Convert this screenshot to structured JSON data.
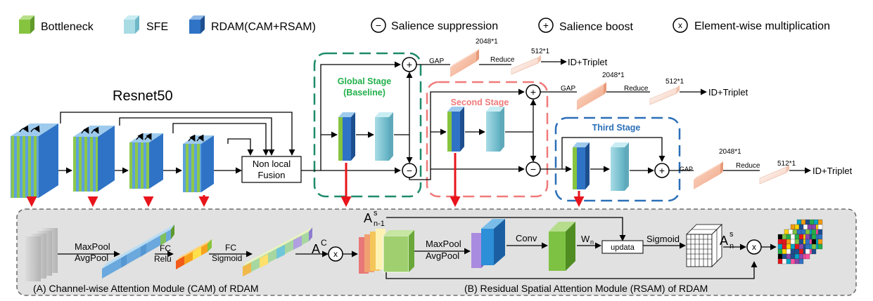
{
  "legend": {
    "bottleneck": "Bottleneck",
    "sfe": "SFE",
    "rdam": "RDAM(CAM+RSAM)",
    "suppression": "Salience suppression",
    "boost": "Salience boost",
    "multiplication": "Element-wise multiplication",
    "minus_sym": "−",
    "plus_sym": "+",
    "times_sym": "x"
  },
  "backbone": {
    "title": "Resnet50",
    "fusion_line1": "Non local",
    "fusion_line2": "Fusion"
  },
  "stages": {
    "global_line1": "Global Stage",
    "global_line2": "(Baseline)",
    "second": "Second Stage",
    "third": "Third Stage"
  },
  "heads": {
    "gap": "GAP",
    "reduce": "Reduce",
    "dim_2048": "2048*1",
    "dim_512": "512*1",
    "output": "ID+Triplet"
  },
  "cam": {
    "maxpool": "MaxPool",
    "avgpool": "AvgPool",
    "fc1": "FC",
    "relu": "Relu",
    "fc2": "FC",
    "sigmoid": "Sigmoid",
    "ac_base": "A",
    "ac_sup": "C",
    "caption": "(A) Channel-wise  Attention Module (CAM) of RDAM"
  },
  "rsam": {
    "an1_base": "A",
    "an1_sup": "s",
    "an1_sub": "n-1",
    "maxpool": "MaxPool",
    "avgpool": "AvgPool",
    "conv": "Conv",
    "wn_base": "W",
    "wn_sub": "n",
    "update": "updata",
    "sigmoid": "Sigmoid",
    "asn_base": "A",
    "asn_sup": "s",
    "asn_sub": "n",
    "caption": "(B) Residual Spatial Attention Module (RSAM) of RDAM"
  },
  "colors": {
    "global_stage": "#1e8a6a",
    "second_stage": "#f07a7a",
    "third_stage": "#2a6fb8",
    "rdam_blue": "#2f73c6",
    "bottleneck_green": "#86c43f",
    "sfe_cyan": "#7fc6d4",
    "feature_salmon": "#f4b69a",
    "red_arrow": "#e8141c"
  }
}
